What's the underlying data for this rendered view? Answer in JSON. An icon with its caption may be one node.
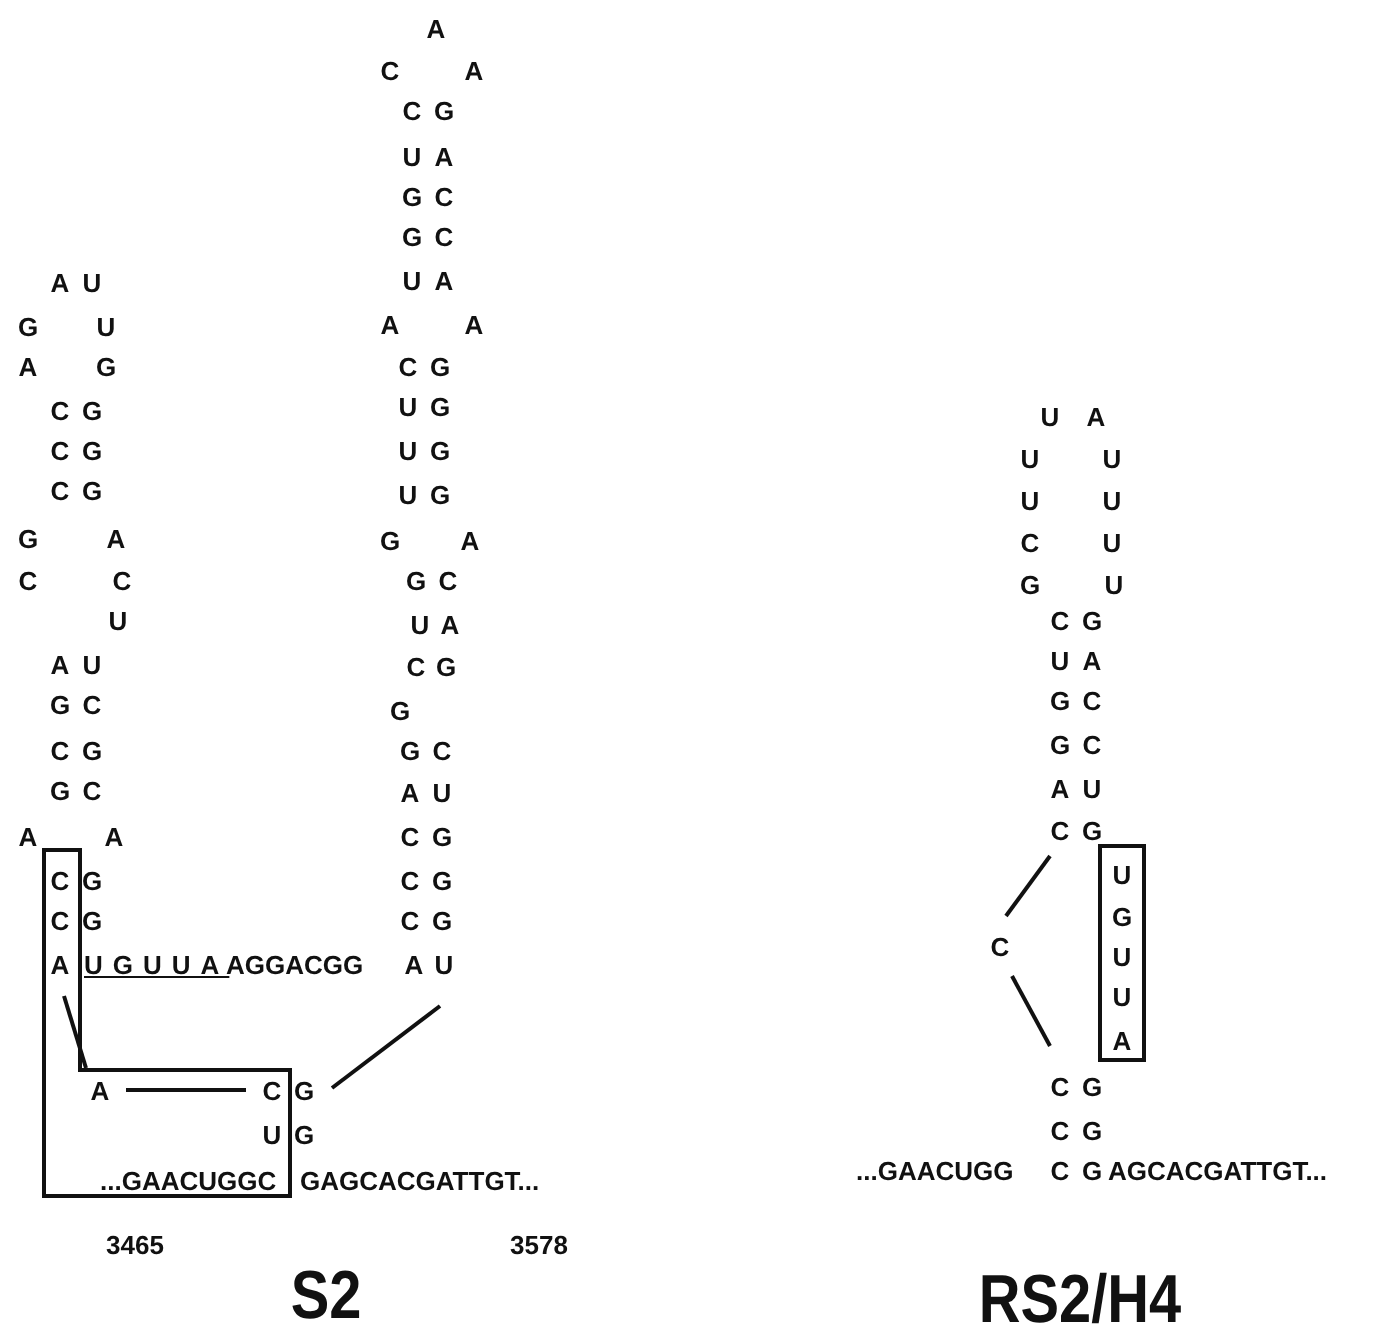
{
  "diagram": {
    "labels": [
      "A",
      "U",
      "G",
      "U",
      "A",
      "G",
      "C",
      "G",
      "C",
      "G",
      "C",
      "G",
      "G",
      "A",
      "C",
      "C",
      "U",
      "A",
      "U",
      "G",
      "C",
      "C",
      "G",
      "G",
      "C",
      "A",
      "A",
      "C",
      "G",
      "C",
      "G",
      "A",
      "UGUUA",
      "AGGACGG",
      "A",
      "C",
      "A",
      "C",
      "G",
      "U",
      "A",
      "G",
      "C",
      "G",
      "C",
      "U",
      "A",
      "A",
      "A",
      "C",
      "G",
      "U",
      "G",
      "U",
      "G",
      "U",
      "G",
      "G",
      "A",
      "G",
      "C",
      "U",
      "A",
      "C",
      "G",
      "G",
      "G",
      "C",
      "A",
      "U",
      "C",
      "G",
      "C",
      "G",
      "C",
      "G",
      "A",
      "U",
      "A",
      "C",
      "G",
      "U",
      "G",
      "...GAACUGGC",
      "GAGCACGATTGT...",
      "3465",
      "3578",
      "S2",
      "U",
      "A",
      "U",
      "U",
      "U",
      "U",
      "C",
      "U",
      "G",
      "U",
      "C",
      "G",
      "U",
      "A",
      "G",
      "C",
      "G",
      "C",
      "A",
      "U",
      "C",
      "G",
      "C",
      "U",
      "G",
      "U",
      "U",
      "A",
      "C",
      "G",
      "C",
      "G",
      "...GAACUGG",
      "C",
      "G",
      "AGCACGATTGT...",
      "RS2/H4"
    ]
  }
}
